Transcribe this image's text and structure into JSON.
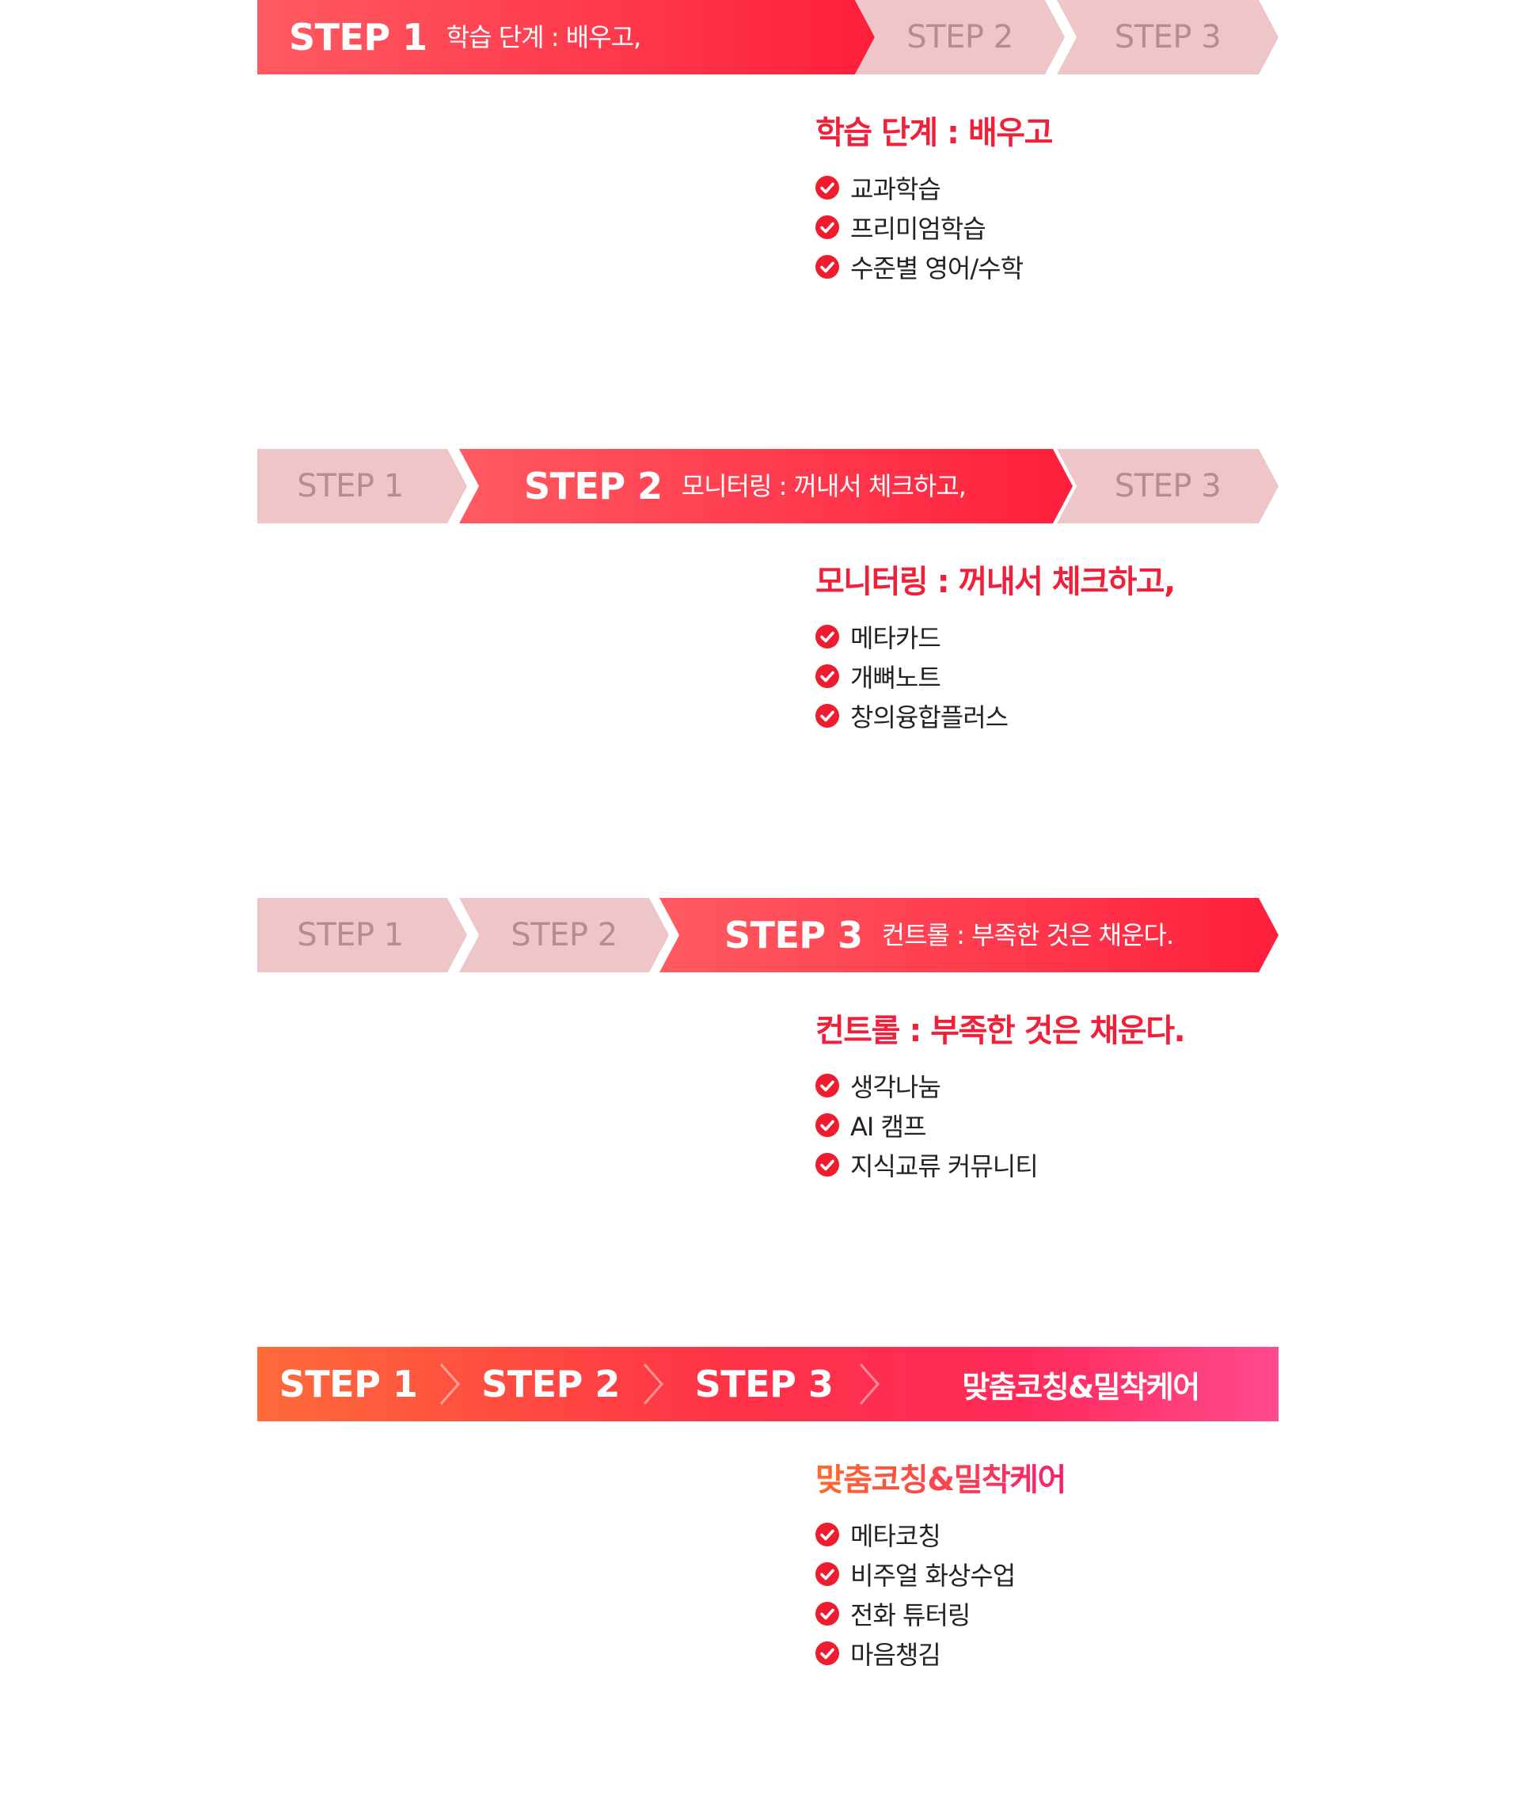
{
  "steps": [
    {
      "segments": [
        "STEP 1",
        "STEP 2",
        "STEP 3"
      ],
      "active": 0,
      "subtitle": "학습 단계 : 배우고,",
      "title": "학습 단계 : 배우고",
      "items": [
        "교과학습",
        "프리미엄학습",
        "수준별 영어/수학"
      ]
    },
    {
      "segments": [
        "STEP 1",
        "STEP 2",
        "STEP 3"
      ],
      "active": 1,
      "subtitle": "모니터링 : 꺼내서 체크하고,",
      "title": "모니터링 : 꺼내서 체크하고,",
      "items": [
        "메타카드",
        "개뼈노트",
        "창의융합플러스"
      ]
    },
    {
      "segments": [
        "STEP 1",
        "STEP 2",
        "STEP 3"
      ],
      "active": 2,
      "subtitle": "컨트롤 : 부족한 것은 채운다.",
      "title": "컨트롤 : 부족한 것은 채운다.",
      "items": [
        "생각나눔",
        "AI 캠프",
        "지식교류 커뮤니티"
      ]
    }
  ],
  "final": {
    "segments": [
      "STEP 1",
      "STEP 2",
      "STEP 3"
    ],
    "label": "맞춤코칭&밀착케어",
    "title": "맞춤코칭&밀착케어",
    "items": [
      "메타코칭",
      "비주얼 화상수업",
      "전화 튜터링",
      "마음챙김"
    ]
  },
  "colors": {
    "active_start": "#ff5a62",
    "active_end": "#ff1f3d",
    "inactive": "#efc6c8",
    "inactive_text": "#b98a8e",
    "title_red": "#f0203a",
    "check_red": "#ee1c2e"
  },
  "icons": {
    "check": "check-circle-icon"
  }
}
